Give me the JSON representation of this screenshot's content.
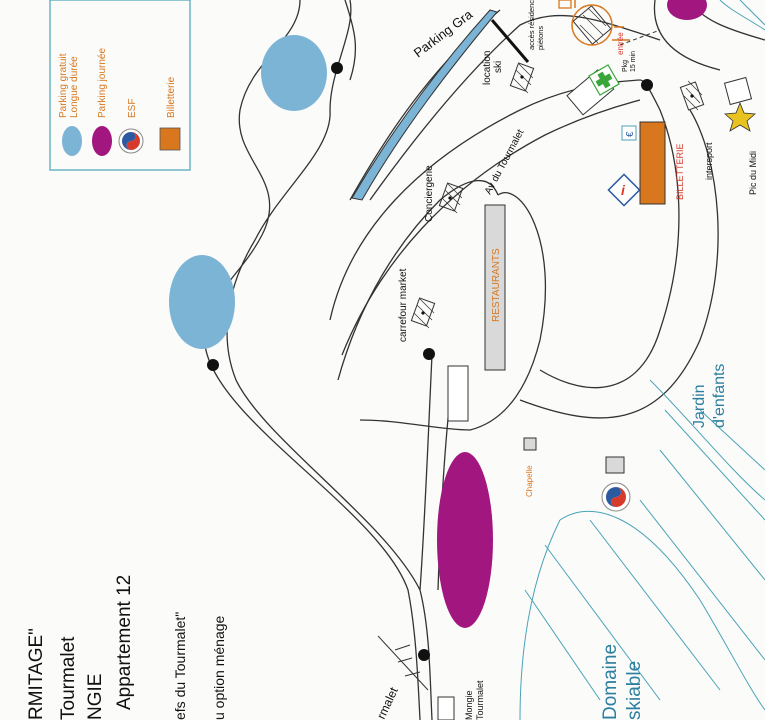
{
  "colors": {
    "parking_free": "#7cb4d6",
    "parking_day": "#a2177f",
    "esf_red": "#d63a2a",
    "esf_blue": "#2c5aa0",
    "billetterie": "#d8771e",
    "road": "#333333",
    "slope": "#4aa3b8",
    "parking_strip": "#7cb4d6",
    "restaurants_box": "#d9d9d9",
    "restaurants_text": "#d8771e",
    "pharmacy": "#3aa63a",
    "star": "#e8c21e"
  },
  "icons": [
    "parking-free-icon",
    "parking-day-icon",
    "esf-icon",
    "billetterie-icon",
    "pharmacy-cross-icon",
    "info-icon",
    "euro-icon",
    "star-icon",
    "bus-icon"
  ],
  "legend": {
    "parking_free": "Parking gratuit\nLongue durée",
    "parking_day": "Parking journée",
    "esf": "ESF",
    "billetterie": "Billetterie"
  },
  "labels": {
    "parking_gra": "Parking Gra",
    "acces": "accès résidence\npiétons",
    "location_ski": "location\nski",
    "entree": "entrée",
    "pkg": "Pkg\n15 min",
    "conciergerie": "Conciergerie",
    "av_tourmalet": "Av du Tourmalet",
    "billetterie_building": "BILLETTERIE",
    "intersport": "intersport",
    "pic_du_midi": "Pic du Midi",
    "carrefour": "carrefour market",
    "restaurants": "RESTAURANTS",
    "jardin": "Jardin\nd'enfants",
    "chapelle": "Chapelle",
    "domaine": "Domaine\nskiable",
    "mongie": "Mongie\nTourmalet",
    "road_bottom": "rmalet"
  },
  "title_block": {
    "line1": "RMITAGE\"",
    "line2": "Tourmalet",
    "line3": "NGIE",
    "line4": "Appartement 12",
    "line5": "efs du Tourmalet\"",
    "line6": "u option ménage"
  }
}
